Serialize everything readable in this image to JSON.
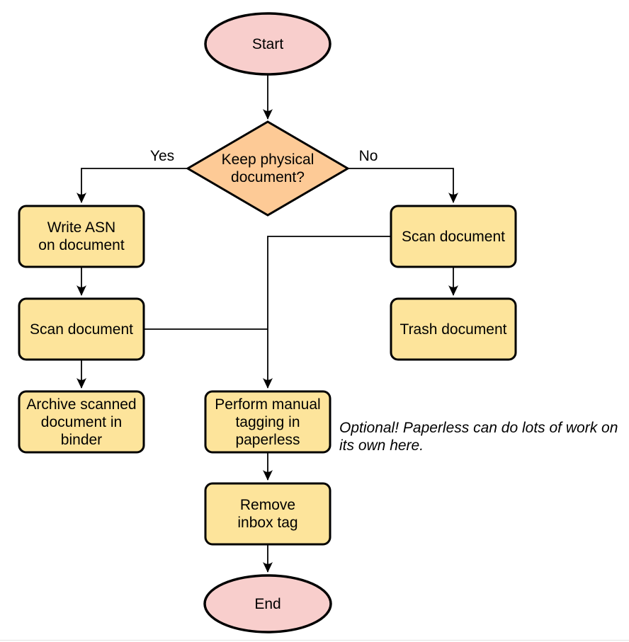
{
  "diagram": {
    "nodes": {
      "start": {
        "label": "Start",
        "type": "terminal"
      },
      "decision": {
        "label": "Keep physical\ndocument?",
        "type": "decision"
      },
      "write_asn": {
        "label": "Write ASN\non document",
        "type": "process"
      },
      "scan_left": {
        "label": "Scan document",
        "type": "process"
      },
      "archive": {
        "label": "Archive scanned\ndocument in\nbinder",
        "type": "process"
      },
      "scan_right": {
        "label": "Scan document",
        "type": "process"
      },
      "trash": {
        "label": "Trash document",
        "type": "process"
      },
      "tagging": {
        "label": "Perform manual\ntagging in\npaperless",
        "type": "process"
      },
      "remove_inbox": {
        "label": "Remove\ninbox tag",
        "type": "process"
      },
      "end": {
        "label": "End",
        "type": "terminal"
      }
    },
    "edge_labels": {
      "yes": "Yes",
      "no": "No"
    },
    "note": "Optional! Paperless can do lots of work on\nits own here.",
    "colors": {
      "terminal_fill": "#F8CECC",
      "decision_fill": "#FDCA96",
      "process_fill": "#FDE49B",
      "stroke": "#000000",
      "page_bottom_border": "#E3E3E3"
    }
  }
}
